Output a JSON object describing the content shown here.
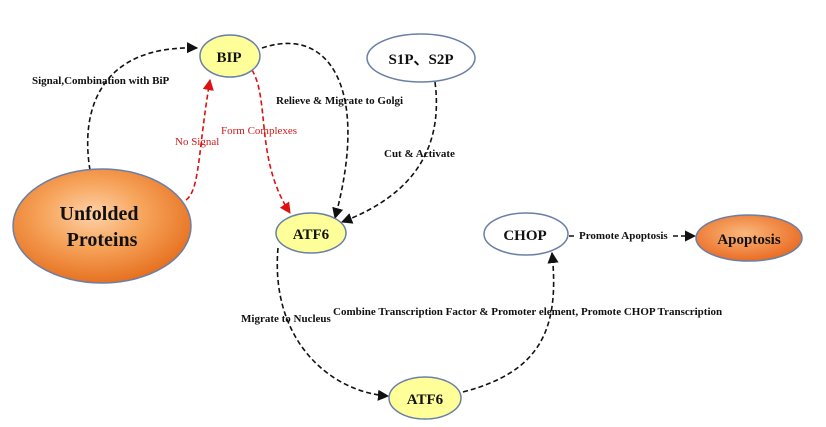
{
  "nodes": {
    "unfolded_line1": "Unfolded",
    "unfolded_line2": "Proteins",
    "bip": "BIP",
    "s1p_s2p": "S1P、S2P",
    "atf6_top": "ATF6",
    "atf6_bottom": "ATF6",
    "chop": "CHOP",
    "apoptosis": "Apoptosis"
  },
  "edges": {
    "signal_combination": "Signal,Combination with BiP",
    "no_signal": "No Signal",
    "form_complexes": "Form  Complexes",
    "relieve_migrate": "Relieve & Migrate to Golgi",
    "cut_activate": "Cut & Activate",
    "migrate_nucleus": "Migrate to Nucleus",
    "combine_transcription": "Combine Transcription Factor & Promoter element, Promote  CHOP Transcription",
    "promote_apoptosis": "Promote Apoptosis"
  },
  "colors": {
    "orange_node": "#ee7d2b",
    "yellow_node": "#ffff99",
    "white_node": "#ffffff",
    "black_edge": "#111111",
    "red_edge": "#dd1111"
  }
}
